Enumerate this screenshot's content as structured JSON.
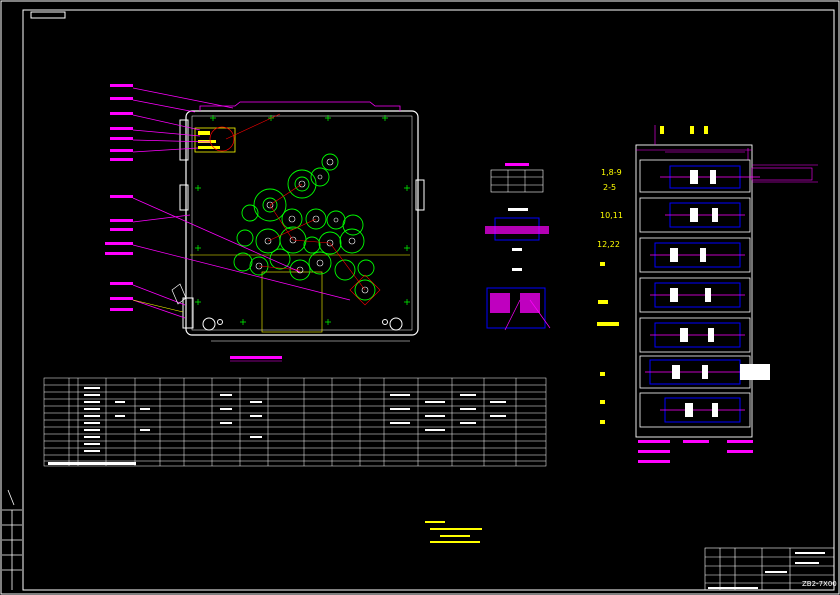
{
  "drawing": {
    "drawing_code": "ZB2-7X00",
    "stage_labels": [
      "1,8-9",
      "2-5",
      "10,11",
      "12,22"
    ],
    "colors": {
      "background": "#000000",
      "frame": "#ffffff",
      "gear": "#00ff00",
      "annotation": "#ff00ff",
      "detail": "#0000ff",
      "center_line": "#ff0000",
      "text": "#ffff00"
    }
  }
}
